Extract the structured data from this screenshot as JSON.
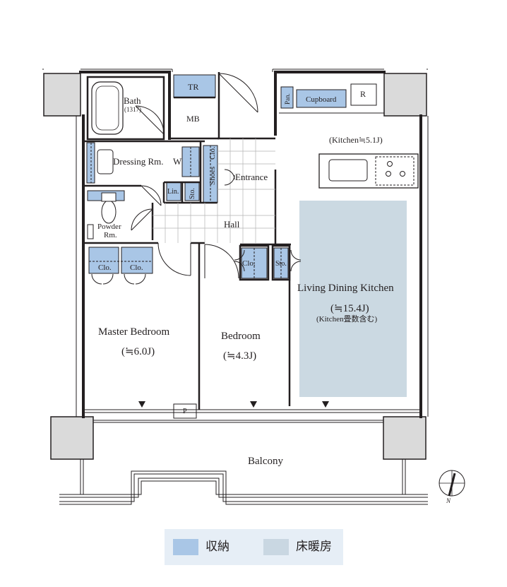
{
  "rooms": {
    "bath": "Bath",
    "bath_size": "(1317)",
    "tr": "TR",
    "mb": "MB",
    "pan": "Pan.",
    "cupboard": "Cupboard",
    "fridge": "R",
    "kitchen_area": "(Kitchen≒5.1J)",
    "dressing": "Dressing Rm.",
    "w": "W",
    "shoes": "Shoes",
    "clo": "Clo.",
    "entrance": "Entrance",
    "lin": "Lin.",
    "sto": "Sto.",
    "powder": "Powder",
    "powder_rm": "Rm.",
    "hall": "Hall",
    "master_clo_1": "Clo.",
    "master_clo_2": "Clo.",
    "bed_clo": "Clo.",
    "bed_sto": "Sto.",
    "ldk": "Living Dining Kitchen",
    "ldk_area": "(≒15.4J)",
    "ldk_note": "(Kitchen畳数含む)",
    "master": "Master Bedroom",
    "master_area": "(≒6.0J)",
    "bedroom": "Bedroom",
    "bedroom_area": "(≒4.3J)",
    "p": "P",
    "balcony": "Balcony",
    "north": "N"
  },
  "legend": {
    "storage_label": "収納",
    "floor_heating_label": "床暖房",
    "storage_color": "#a9c6e6",
    "floor_heating_color": "#c9d7e2"
  },
  "colors": {
    "storage": "#a9c6e6",
    "floor_heating": "#cbd9e2",
    "column": "#dadada",
    "wall": "#231f20",
    "legend_bg": "#e6eef6"
  }
}
